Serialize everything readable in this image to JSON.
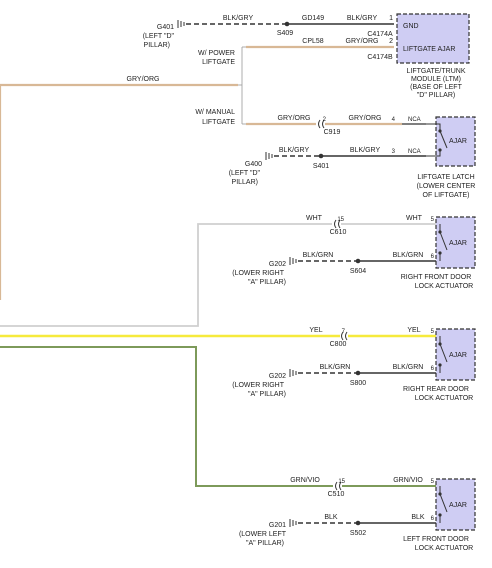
{
  "colors": {
    "gry_org": "#d8b896",
    "yel": "#f6ea3c",
    "grn_vio": "#7d9a5a",
    "wht": "#cfcfcf",
    "blk": "#333333",
    "module_fill": "#cfcdf3",
    "module_border": "#333333"
  },
  "wires": {
    "top_blk_gry_left": "BLK/GRY",
    "top_blk_gry_right": "BLK/GRY",
    "top_gd149": "GD149",
    "cpl58": "CPL58",
    "gry_org_main": "GRY/ORG",
    "gry_org_p1": "GRY/ORG",
    "gry_org_latch_left": "GRY/ORG",
    "gry_org_latch_right": "GRY/ORG",
    "latch_blk_gry_left": "BLK/GRY",
    "latch_blk_gry_right": "BLK/GRY",
    "rf_wht_left": "WHT",
    "rf_wht_right": "WHT",
    "rf_blk_grn_left": "BLK/GRN",
    "rf_blk_grn_right": "BLK/GRN",
    "rr_yel_left": "YEL",
    "rr_yel_right": "YEL",
    "rr_blk_grn_left": "BLK/GRN",
    "rr_blk_grn_right": "BLK/GRN",
    "lf_grn_vio_left": "GRN/VIO",
    "lf_grn_vio_right": "GRN/VIO",
    "lf_blk_left": "BLK",
    "lf_blk_right": "BLK"
  },
  "grounds": {
    "g401": {
      "id": "G401",
      "line1": "(LEFT \"D\"",
      "line2": "PILLAR)"
    },
    "g400": {
      "id": "G400",
      "line1": "(LEFT \"D\"",
      "line2": "PILLAR)"
    },
    "g202a": {
      "id": "G202",
      "line1": "(LOWER RIGHT",
      "line2": "\"A\" PILLAR)"
    },
    "g202b": {
      "id": "G202",
      "line1": "(LOWER RIGHT",
      "line2": "\"A\" PILLAR)"
    },
    "g201": {
      "id": "G201",
      "line1": "(LOWER LEFT",
      "line2": "\"A\" PILLAR)"
    }
  },
  "splices": {
    "s409": "S409",
    "s401": "S401",
    "s604": "S604",
    "s800": "S800",
    "s502": "S502"
  },
  "connectors": {
    "c4174a": "C4174A",
    "c4174b": "C4174B",
    "c919": "C919",
    "c610": "C610",
    "c800": "C800",
    "c510": "C510"
  },
  "pins": {
    "ltm_1": "1",
    "ltm_2": "2",
    "c919_pin": "2",
    "latch_4": "4",
    "latch_3": "3",
    "c610_pin": "15",
    "rf_5": "5",
    "rf_6": "6",
    "c800_pin": "7",
    "rr_5": "5",
    "rr_6": "6",
    "c510_pin": "15",
    "lf_5": "5",
    "lf_6": "6"
  },
  "variants": {
    "power_line1": "W/ POWER",
    "power_line2": "LIFTGATE",
    "manual_line1": "W/ MANUAL",
    "manual_line2": "LIFTGATE"
  },
  "ltm": {
    "gnd_label": "GND",
    "input_label": "LIFTGATE AJAR",
    "caption_line1": "LIFTGATE/TRUNK",
    "caption_line2": "MODULE (LTM)",
    "caption_line3": "(BASE OF LEFT",
    "caption_line4": "\"D\" PILLAR)"
  },
  "latch": {
    "nca_top": "NCA",
    "nca_bottom": "NCA",
    "switch_label": "AJAR",
    "caption_line1": "LIFTGATE LATCH",
    "caption_line2": "(LOWER CENTER",
    "caption_line3": "OF LIFTGATE)"
  },
  "rf_actuator": {
    "switch_label": "AJAR",
    "caption_line1": "RIGHT FRONT DOOR",
    "caption_line2": "LOCK ACTUATOR"
  },
  "rr_actuator": {
    "switch_label": "AJAR",
    "caption_line1": "RIGHT REAR DOOR",
    "caption_line2": "LOCK ACTUATOR"
  },
  "lf_actuator": {
    "switch_label": "AJAR",
    "caption_line1": "LEFT FRONT DOOR",
    "caption_line2": "LOCK ACTUATOR"
  }
}
